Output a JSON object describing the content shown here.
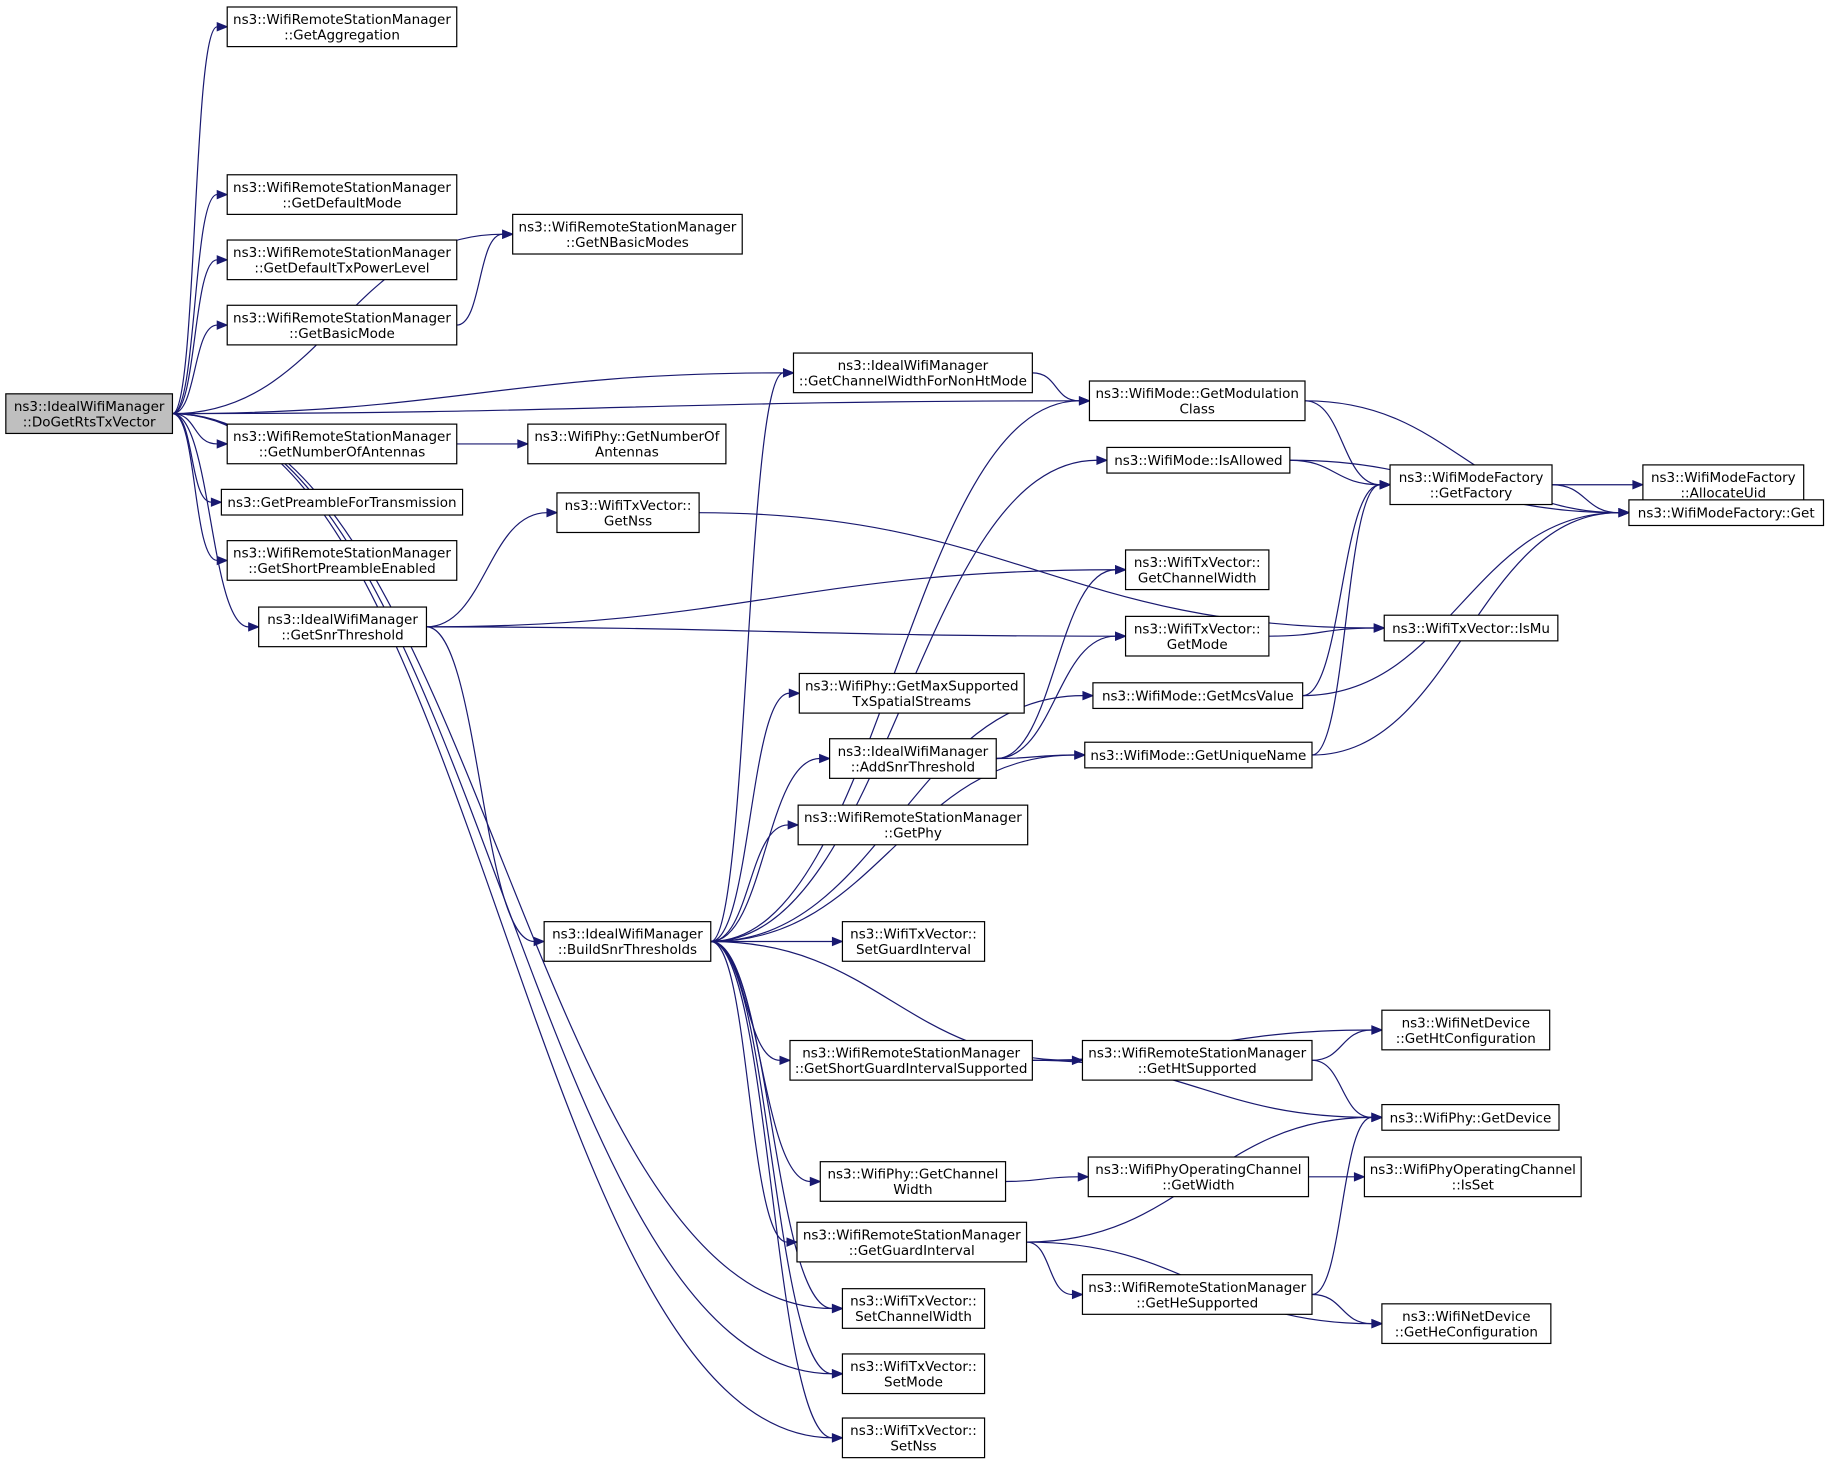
{
  "nodes": [
    {
      "id": "root",
      "lines": [
        "ns3::IdealWifiManager",
        "::DoGetRtsTxVector"
      ],
      "root": true
    },
    {
      "id": "aggr",
      "lines": [
        "ns3::WifiRemoteStationManager",
        "::GetAggregation"
      ]
    },
    {
      "id": "defmode",
      "lines": [
        "ns3::WifiRemoteStationManager",
        "::GetDefaultMode"
      ]
    },
    {
      "id": "deftxp",
      "lines": [
        "ns3::WifiRemoteStationManager",
        "::GetDefaultTxPowerLevel"
      ]
    },
    {
      "id": "basicmode",
      "lines": [
        "ns3::WifiRemoteStationManager",
        "::GetBasicMode"
      ]
    },
    {
      "id": "numant",
      "lines": [
        "ns3::WifiRemoteStationManager",
        "::GetNumberOfAntennas"
      ]
    },
    {
      "id": "preamble",
      "lines": [
        "ns3::GetPreambleForTransmission"
      ]
    },
    {
      "id": "shortpre",
      "lines": [
        "ns3::WifiRemoteStationManager",
        "::GetShortPreambleEnabled"
      ]
    },
    {
      "id": "snrthr",
      "lines": [
        "ns3::IdealWifiManager",
        "::GetSnrThreshold"
      ]
    },
    {
      "id": "nbasic",
      "lines": [
        "ns3::WifiRemoteStationManager",
        "::GetNBasicModes"
      ]
    },
    {
      "id": "phyant",
      "lines": [
        "ns3::WifiPhy::GetNumberOf",
        "Antennas"
      ]
    },
    {
      "id": "getnss",
      "lines": [
        "ns3::WifiTxVector::",
        "GetNss"
      ]
    },
    {
      "id": "cwnonht",
      "lines": [
        "ns3::IdealWifiManager",
        "::GetChannelWidthForNonHtMode"
      ]
    },
    {
      "id": "modclass",
      "lines": [
        "ns3::WifiMode::GetModulation",
        "Class"
      ]
    },
    {
      "id": "isallowed",
      "lines": [
        "ns3::WifiMode::IsAllowed"
      ]
    },
    {
      "id": "getfactory",
      "lines": [
        "ns3::WifiModeFactory",
        "::GetFactory"
      ]
    },
    {
      "id": "allocuid",
      "lines": [
        "ns3::WifiModeFactory",
        "::AllocateUid"
      ]
    },
    {
      "id": "mfget",
      "lines": [
        "ns3::WifiModeFactory::Get"
      ]
    },
    {
      "id": "txcw",
      "lines": [
        "ns3::WifiTxVector::",
        "GetChannelWidth"
      ]
    },
    {
      "id": "txmode",
      "lines": [
        "ns3::WifiTxVector::",
        "GetMode"
      ]
    },
    {
      "id": "ismu",
      "lines": [
        "ns3::WifiTxVector::IsMu"
      ]
    },
    {
      "id": "mcsval",
      "lines": [
        "ns3::WifiMode::GetMcsValue"
      ]
    },
    {
      "id": "maxss",
      "lines": [
        "ns3::WifiPhy::GetMaxSupported",
        "TxSpatialStreams"
      ]
    },
    {
      "id": "addsnr",
      "lines": [
        "ns3::IdealWifiManager",
        "::AddSnrThreshold"
      ]
    },
    {
      "id": "uname",
      "lines": [
        "ns3::WifiMode::GetUniqueName"
      ]
    },
    {
      "id": "getphy",
      "lines": [
        "ns3::WifiRemoteStationManager",
        "::GetPhy"
      ]
    },
    {
      "id": "build",
      "lines": [
        "ns3::IdealWifiManager",
        "::BuildSnrThresholds"
      ]
    },
    {
      "id": "setgi",
      "lines": [
        "ns3::WifiTxVector::",
        "SetGuardInterval"
      ]
    },
    {
      "id": "sgisup",
      "lines": [
        "ns3::WifiRemoteStationManager",
        "::GetShortGuardIntervalSupported"
      ]
    },
    {
      "id": "htsup",
      "lines": [
        "ns3::WifiRemoteStationManager",
        "::GetHtSupported"
      ]
    },
    {
      "id": "htcfg",
      "lines": [
        "ns3::WifiNetDevice",
        "::GetHtConfiguration"
      ]
    },
    {
      "id": "phydev",
      "lines": [
        "ns3::WifiPhy::GetDevice"
      ]
    },
    {
      "id": "phycw",
      "lines": [
        "ns3::WifiPhy::GetChannel",
        "Width"
      ]
    },
    {
      "id": "opcw",
      "lines": [
        "ns3::WifiPhyOperatingChannel",
        "::GetWidth"
      ]
    },
    {
      "id": "opset",
      "lines": [
        "ns3::WifiPhyOperatingChannel",
        "::IsSet"
      ]
    },
    {
      "id": "getgi",
      "lines": [
        "ns3::WifiRemoteStationManager",
        "::GetGuardInterval"
      ]
    },
    {
      "id": "hesup",
      "lines": [
        "ns3::WifiRemoteStationManager",
        "::GetHeSupported"
      ]
    },
    {
      "id": "hecfg",
      "lines": [
        "ns3::WifiNetDevice",
        "::GetHeConfiguration"
      ]
    },
    {
      "id": "setcw",
      "lines": [
        "ns3::WifiTxVector::",
        "SetChannelWidth"
      ]
    },
    {
      "id": "setmode",
      "lines": [
        "ns3::WifiTxVector::",
        "SetMode"
      ]
    },
    {
      "id": "setnss",
      "lines": [
        "ns3::WifiTxVector::",
        "SetNss"
      ]
    }
  ],
  "edges": [
    [
      "root",
      "aggr"
    ],
    [
      "root",
      "modclass"
    ],
    [
      "root",
      "nbasic"
    ],
    [
      "root",
      "defmode"
    ],
    [
      "root",
      "deftxp"
    ],
    [
      "root",
      "basicmode"
    ],
    [
      "root",
      "cwnonht"
    ],
    [
      "root",
      "numant"
    ],
    [
      "root",
      "preamble"
    ],
    [
      "root",
      "shortpre"
    ],
    [
      "root",
      "snrthr"
    ],
    [
      "root",
      "setcw"
    ],
    [
      "root",
      "setmode"
    ],
    [
      "root",
      "setnss"
    ],
    [
      "basicmode",
      "nbasic"
    ],
    [
      "numant",
      "phyant"
    ],
    [
      "snrthr",
      "getnss"
    ],
    [
      "snrthr",
      "txcw"
    ],
    [
      "snrthr",
      "txmode"
    ],
    [
      "snrthr",
      "build"
    ],
    [
      "getnss",
      "ismu"
    ],
    [
      "cwnonht",
      "modclass"
    ],
    [
      "modclass",
      "getfactory"
    ],
    [
      "modclass",
      "mfget"
    ],
    [
      "isallowed",
      "getfactory"
    ],
    [
      "isallowed",
      "mfget"
    ],
    [
      "getfactory",
      "allocuid"
    ],
    [
      "getfactory",
      "mfget"
    ],
    [
      "txmode",
      "ismu"
    ],
    [
      "mcsval",
      "getfactory"
    ],
    [
      "mcsval",
      "mfget"
    ],
    [
      "uname",
      "getfactory"
    ],
    [
      "uname",
      "mfget"
    ],
    [
      "addsnr",
      "txcw"
    ],
    [
      "addsnr",
      "txmode"
    ],
    [
      "addsnr",
      "uname"
    ],
    [
      "build",
      "cwnonht"
    ],
    [
      "build",
      "modclass"
    ],
    [
      "build",
      "isallowed"
    ],
    [
      "build",
      "maxss"
    ],
    [
      "build",
      "addsnr"
    ],
    [
      "build",
      "getphy"
    ],
    [
      "build",
      "mcsval"
    ],
    [
      "build",
      "setgi"
    ],
    [
      "build",
      "uname"
    ],
    [
      "build",
      "sgisup"
    ],
    [
      "build",
      "htsup"
    ],
    [
      "build",
      "phycw"
    ],
    [
      "build",
      "getgi"
    ],
    [
      "build",
      "setcw"
    ],
    [
      "build",
      "setmode"
    ],
    [
      "build",
      "setnss"
    ],
    [
      "sgisup",
      "htcfg"
    ],
    [
      "sgisup",
      "htsup"
    ],
    [
      "sgisup",
      "phydev"
    ],
    [
      "htsup",
      "htcfg"
    ],
    [
      "htsup",
      "phydev"
    ],
    [
      "phycw",
      "opcw"
    ],
    [
      "opcw",
      "opset"
    ],
    [
      "getgi",
      "phydev"
    ],
    [
      "getgi",
      "hesup"
    ],
    [
      "getgi",
      "hecfg"
    ],
    [
      "hesup",
      "phydev"
    ],
    [
      "hesup",
      "hecfg"
    ]
  ]
}
